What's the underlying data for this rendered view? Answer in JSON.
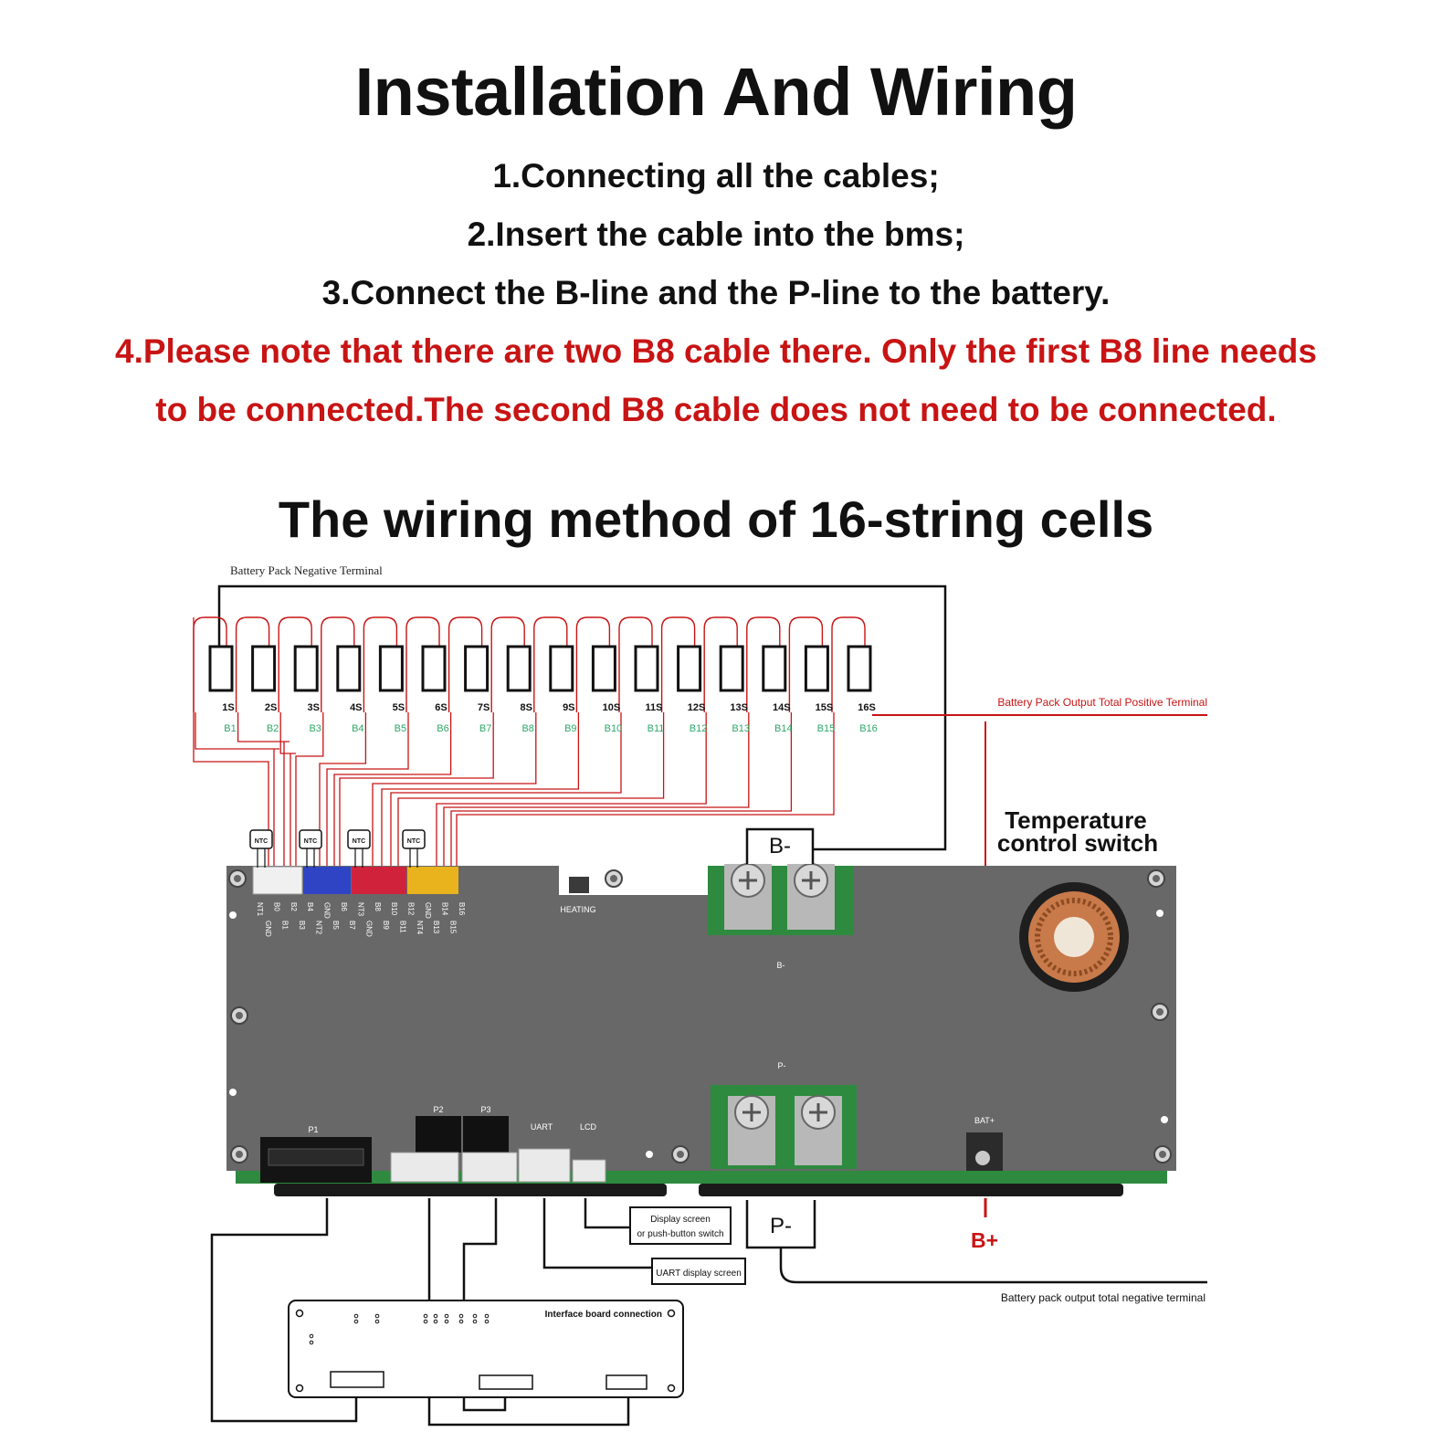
{
  "header": {
    "title": "Installation And Wiring",
    "steps": [
      "1.Connecting all the cables;",
      "2.Insert the cable into the bms;",
      "3.Connect the B-line and the P-line to the battery."
    ],
    "note_lines": [
      "4.Please note that there are two B8 cable there. Only the first B8 line needs",
      "to be connected.The second B8 cable does not need to be connected."
    ],
    "subtitle": "The wiring method of 16-string cells"
  },
  "colors": {
    "note_red": "#c81414",
    "wire_red": "#c81414",
    "b_label_green": "#2fa86a",
    "board_gray": "#686868",
    "pcb_green": "#2d8a3e"
  },
  "diagram": {
    "negative_terminal_label": "Battery Pack Negative Terminal",
    "positive_terminal_label": "Battery Pack Output Total Positive Terminal",
    "cells": [
      "1S",
      "2S",
      "3S",
      "4S",
      "5S",
      "6S",
      "7S",
      "8S",
      "9S",
      "10S",
      "11S",
      "12S",
      "13S",
      "14S",
      "15S",
      "16S"
    ],
    "b_labels": [
      "B1",
      "B2",
      "B3",
      "B4",
      "B5",
      "B6",
      "B7",
      "B8",
      "B9",
      "B10",
      "B11",
      "B12",
      "B13",
      "B14",
      "B15",
      "B16"
    ],
    "ntc_label": "NTC",
    "temp_switch_lines": [
      "Temperature",
      "control switch"
    ],
    "b_minus": "B-",
    "p_minus": "P-",
    "b_plus": "B+",
    "board": {
      "heating": "HEATING",
      "b_minus_small": "B-",
      "p_minus_small": "P-",
      "bat_plus": "BAT+",
      "p1": "P1",
      "p2": "P2",
      "p3": "P3",
      "uart": "UART",
      "lcd": "LCD",
      "pin_labels": [
        "NT1",
        "GND",
        "B0",
        "B1",
        "B2",
        "B3",
        "B4",
        "NT2",
        "GND",
        "B5",
        "B6",
        "B7",
        "NT3",
        "GND",
        "B8",
        "B9",
        "B10",
        "B11",
        "B12",
        "NT4",
        "GND",
        "B13",
        "B14",
        "B15",
        "B16"
      ]
    },
    "display_switch_lines": [
      "Display screen",
      "or push-button switch"
    ],
    "uart_display": "UART display screen",
    "interface_board": "Interface board connection",
    "negative_output_label": "Battery pack output total negative terminal"
  }
}
